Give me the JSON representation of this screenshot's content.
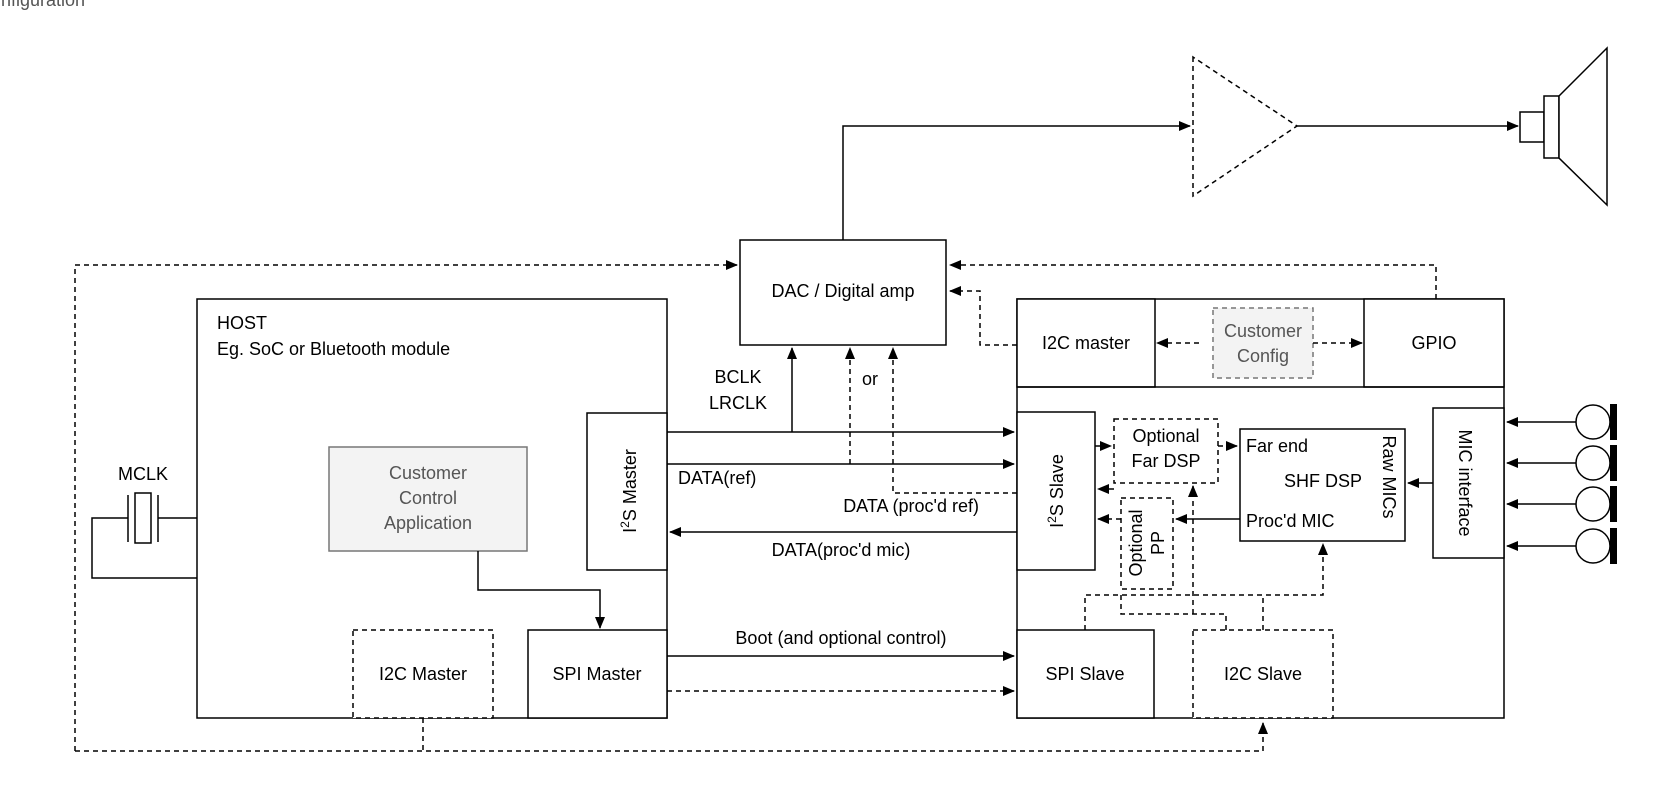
{
  "caption": "nfiguration",
  "host": {
    "title": "HOST",
    "subtitle": "Eg. SoC or Bluetooth module",
    "customer_app": [
      "Customer",
      "Control",
      "Application"
    ],
    "i2s_master": "S Master",
    "spi_master": "SPI Master",
    "i2c_master": "I2C Master"
  },
  "mclk": "MCLK",
  "dac": "DAC / Digital amp",
  "device": {
    "i2c_master": "I2C master",
    "customer_config": [
      "Customer",
      "Config"
    ],
    "gpio": "GPIO",
    "i2s_slave": "S Slave",
    "optional_far_dsp": [
      "Optional",
      "Far DSP"
    ],
    "optional_pp": [
      "Optional",
      "PP"
    ],
    "shf_dsp": "SHF DSP",
    "far_end": "Far end",
    "procd_mic": "Proc'd MIC",
    "raw_mics": "Raw MICs",
    "mic_interface": "MIC interface",
    "spi_slave": "SPI Slave",
    "i2c_slave": "I2C Slave"
  },
  "superscript_2": "2",
  "signals": {
    "bclk": "BCLK",
    "lrclk": "LRCLK",
    "or": "or",
    "data_ref": "DATA(ref)",
    "data_procd_ref": "DATA (proc'd ref)",
    "data_procd_mic": "DATA(proc'd mic)",
    "boot": "Boot (and optional control)"
  },
  "colors": {
    "line": "#000000",
    "grey_fill": "#f3f3f3",
    "grey_stroke": "#777777"
  }
}
